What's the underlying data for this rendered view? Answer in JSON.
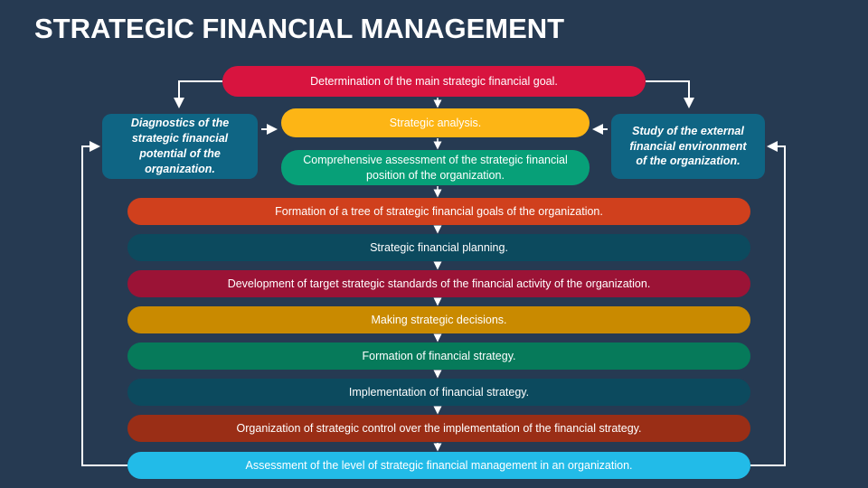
{
  "title": "STRATEGIC FINANCIAL MANAGEMENT",
  "top_goal": {
    "label": "Determination of the main strategic financial goal.",
    "color": "#d8143f"
  },
  "strategic_analysis": {
    "label": "Strategic analysis.",
    "color": "#fdb515"
  },
  "comprehensive": {
    "label": "Comprehensive assessment of the strategic financial position of the organization.",
    "color": "#07a078"
  },
  "left_box": {
    "label": "Diagnostics of the strategic financial potential of the organization.",
    "color": "#0f6584"
  },
  "right_box": {
    "label": "Study of the external financial environment of the organization.",
    "color": "#0f6584"
  },
  "steps": [
    {
      "label": "Formation of a tree of strategic financial goals of the organization.",
      "color": "#d0401d"
    },
    {
      "label": "Strategic financial planning.",
      "color": "#0c4a5e"
    },
    {
      "label": "Development of target strategic standards of the financial activity of the organization.",
      "color": "#9b1336"
    },
    {
      "label": "Making strategic decisions.",
      "color": "#c98a00"
    },
    {
      "label": "Formation of financial strategy.",
      "color": "#067a5a"
    },
    {
      "label": "Implementation of financial strategy.",
      "color": "#0c4a5e"
    },
    {
      "label": "Organization of strategic control over the implementation of the financial strategy.",
      "color": "#9a2e16"
    },
    {
      "label": "Assessment of the level of strategic financial management in an organization.",
      "color": "#22bbe8"
    }
  ]
}
